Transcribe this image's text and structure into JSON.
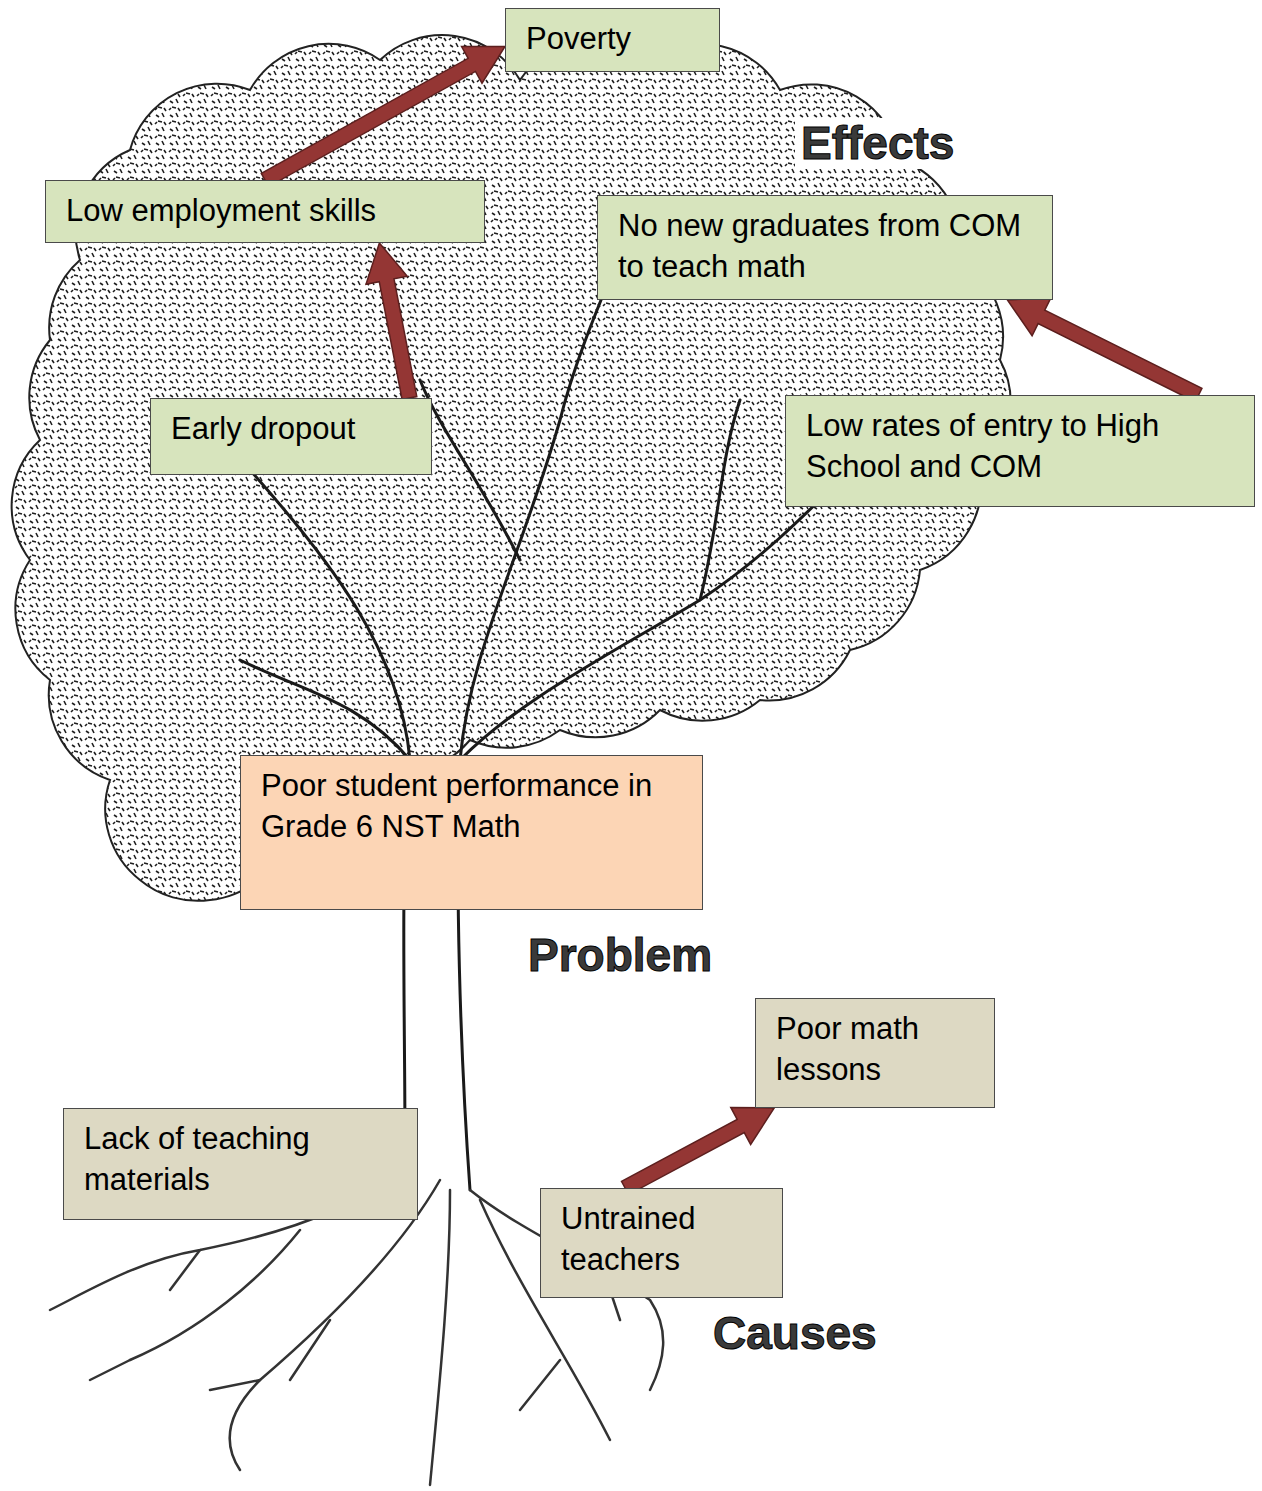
{
  "diagram": {
    "nodes": [
      {
        "text": [
          "Poverty"
        ]
      },
      {
        "text": [
          "Low employment skills"
        ]
      },
      {
        "text": [
          "No new graduates from COM to teach math"
        ]
      },
      {
        "text": [
          "Early dropout"
        ]
      },
      {
        "text": [
          "Low rates of entry to High School and COM"
        ]
      },
      {
        "text": [
          "Poor student performance in Grade 6 NST Math"
        ]
      },
      {
        "text": [
          "Poor math lessons"
        ]
      },
      {
        "text": [
          "Lack of teaching materials"
        ]
      },
      {
        "text": [
          "Untrained teachers"
        ]
      }
    ],
    "edges": [
      {
        "from": 1,
        "to": 0,
        "arrow": "to"
      },
      {
        "from": 3,
        "to": 1,
        "arrow": "to"
      },
      {
        "from": 4,
        "to": 2,
        "arrow": "to"
      },
      {
        "from": 8,
        "to": 6,
        "arrow": "to"
      }
    ],
    "labels": [
      "Effects",
      "Problem",
      "Causes"
    ]
  }
}
